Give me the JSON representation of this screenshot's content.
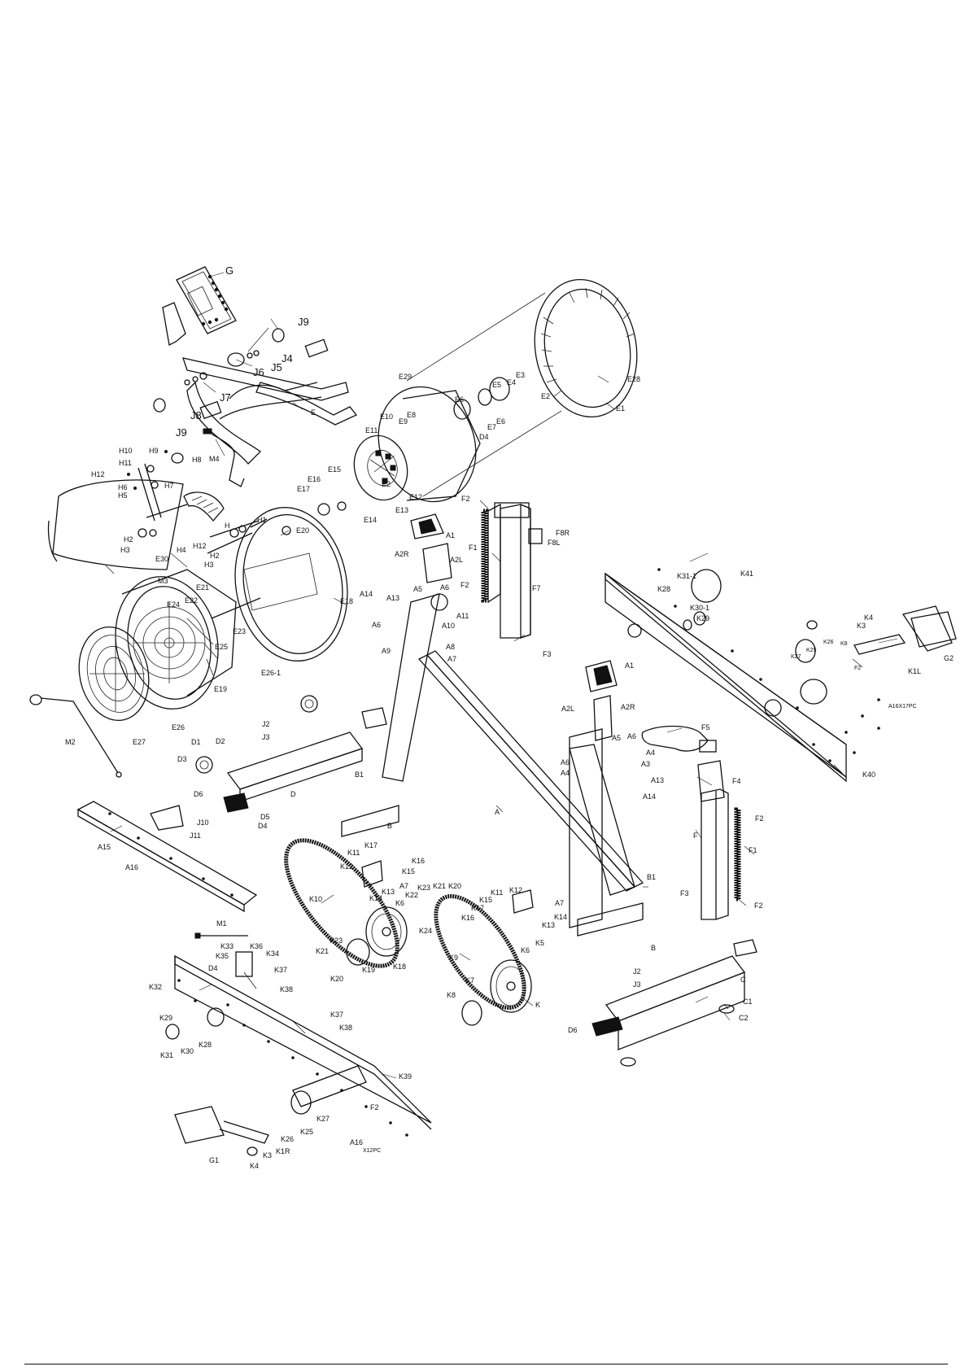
{
  "labels": {
    "G": "G",
    "J9a": "J9",
    "J4": "J4",
    "J6": "J6",
    "J5": "J5",
    "J7": "J7",
    "J8": "J8",
    "J9b": "J9",
    "E": "E",
    "M4": "M4",
    "H10": "H10",
    "H11": "H11",
    "H12a": "H12",
    "H9": "H9",
    "H8": "H8",
    "H6": "H6",
    "H5": "H5",
    "H7": "H7",
    "H12b": "H12",
    "H": "H",
    "H1": "H1",
    "H2a": "H2",
    "H3a": "H3",
    "H4": "H4",
    "H2b": "H2",
    "H3b": "H3",
    "E30": "E30",
    "M3": "M3",
    "E21": "E21",
    "E24": "E24",
    "E22": "E22",
    "E23": "E23",
    "E25": "E25",
    "E18": "E18",
    "E20": "E20",
    "E26_1": "E26-1",
    "E19": "E19",
    "E27": "E27",
    "E26": "E26",
    "M2": "M2",
    "E29": "E29",
    "E10": "E10",
    "E8": "E8",
    "E9": "E9",
    "E11": "E11",
    "E6a": "E6",
    "E5": "E5",
    "E3": "E3",
    "E4": "E4",
    "E2a": "E2",
    "E28": "E28",
    "E1": "E1",
    "E7": "E7",
    "E6b": "E6",
    "D4a": "D4",
    "E15": "E15",
    "E16": "E16",
    "E17": "E17",
    "E2b": "E2",
    "E12": "E12",
    "E13": "E13",
    "E14": "E14",
    "F2a": "F2",
    "F8R": "F8R",
    "F8L": "F8L",
    "F1a": "F1",
    "F2b": "F2",
    "F7": "F7",
    "F3a": "F3",
    "A1a": "A1",
    "A2R_a": "A2R",
    "A2L_a": "A2L",
    "A5a": "A5",
    "A6a": "A6",
    "A14a": "A14",
    "A13a": "A13",
    "A6b": "A6",
    "A11": "A11",
    "A10": "A10",
    "A9": "A9",
    "A8": "A8",
    "A7a": "A7",
    "J2a": "J2",
    "J3a": "J3",
    "D1": "D1",
    "D2": "D2",
    "D3": "D3",
    "D6a": "D6",
    "D": "D",
    "D5": "D5",
    "D4b": "D4",
    "B1a": "B1",
    "Ba": "B",
    "A15": "A15",
    "A16a": "A16",
    "J10": "J10",
    "J11": "J11",
    "A": "A",
    "K41": "K41",
    "K31_1": "K31-1",
    "K28a": "K28",
    "K30_1": "K30-1",
    "K29a": "K29",
    "K4a": "K4",
    "K3a": "K3",
    "G2": "G2",
    "K1L": "K1L",
    "K8a": "K8",
    "K26a": "K26",
    "K27a": "K27",
    "K25a": "K25",
    "F2c": "F2",
    "A16X17PC": "A16X17PC",
    "K40": "K40",
    "A1b": "A1",
    "A2L_b": "A2L",
    "A2R_b": "A2R",
    "F5": "F5",
    "A5b": "A5",
    "A6c": "A6",
    "A4a": "A4",
    "A6d": "A6",
    "A4b": "A4",
    "A3": "A3",
    "A13b": "A13",
    "F4": "F4",
    "A14b": "A14",
    "F": "F",
    "F2d": "F2",
    "F1b": "F1",
    "F3b": "F3",
    "F2e": "F2",
    "B1b": "B1",
    "Bb": "B",
    "K17a": "K17",
    "K11a": "K11",
    "K16a": "K16",
    "K12a": "K12",
    "K15a": "K15",
    "A7b": "A7",
    "K13a": "K13",
    "K10": "K10",
    "K14a": "K14",
    "K22": "K22",
    "K23a": "K23",
    "K21a": "K21",
    "K20a": "K20",
    "K6a": "K6",
    "K24": "K24",
    "K18": "K18",
    "K12b": "K12",
    "K11b": "K11",
    "K15b": "K15",
    "K17b": "K17",
    "K16b": "K16",
    "A7c": "A7",
    "K14b": "K14",
    "K13b": "K13",
    "K9": "K9",
    "K5": "K5",
    "K6b": "K6",
    "K7": "K7",
    "K8b": "K8",
    "K": "K",
    "M1": "M1",
    "K33": "K33",
    "K36": "K36",
    "K35": "K35",
    "K34": "K34",
    "D4c": "D4",
    "K37a": "K37",
    "K38a": "K38",
    "K32": "K32",
    "K23b": "K23",
    "K21b": "K21",
    "K19": "K19",
    "K20b": "K20",
    "K29b": "K29",
    "K28b": "K28",
    "K30": "K30",
    "K31": "K31",
    "K37b": "K37",
    "K38b": "K38",
    "K39": "K39",
    "F2f": "F2",
    "K27b": "K27",
    "K25b": "K25",
    "K26b": "K26",
    "A16b": "A16",
    "X12PC": "X12PC",
    "G1": "G1",
    "K1R": "K1R",
    "K3b": "K3",
    "K4b": "K4",
    "J2b": "J2",
    "J3b": "J3",
    "C": "C",
    "C1": "C1",
    "C2": "C2",
    "D6b": "D6"
  }
}
